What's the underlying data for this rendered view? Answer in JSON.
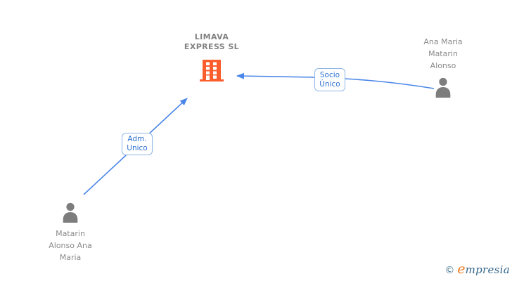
{
  "colors": {
    "arrow_blue": "#4a86e8",
    "label_border_blue": "#8fb6e6",
    "label_text_blue": "#2a6fd0",
    "building_orange": "#fb5d2c",
    "person_gray": "#7d7d7d",
    "text_gray": "#8a8a8a",
    "title_gray": "#828282",
    "brand_orange": "#ee7b21",
    "brand_teal": "#33658a",
    "copyright_teal": "#4e7d92"
  },
  "company": {
    "name": "LIMAVA EXPRESS SL",
    "name_lines": [
      "LIMAVA",
      "EXPRESS SL"
    ]
  },
  "persons": [
    {
      "name": "Ana Maria Matarin Alonso",
      "name_lines": [
        "Ana Maria",
        "Matarin",
        "Alonso"
      ]
    },
    {
      "name": "Matarin Alonso Ana Maria",
      "name_lines": [
        "Matarin",
        "Alonso Ana",
        "Maria"
      ]
    }
  ],
  "relations": [
    {
      "label": "Adm. Unico",
      "label_lines": [
        "Adm.",
        "Unico"
      ],
      "from": "Matarin Alonso Ana Maria",
      "to": "LIMAVA EXPRESS SL"
    },
    {
      "label": "Socio Único",
      "label_lines": [
        "Socio",
        "Único"
      ],
      "from": "Ana Maria Matarin Alonso",
      "to": "LIMAVA EXPRESS SL"
    }
  ],
  "footer": {
    "copyright_symbol": "©",
    "brand_initial": "e",
    "brand_rest": "mpresia",
    "brand_name": "Empresia"
  }
}
